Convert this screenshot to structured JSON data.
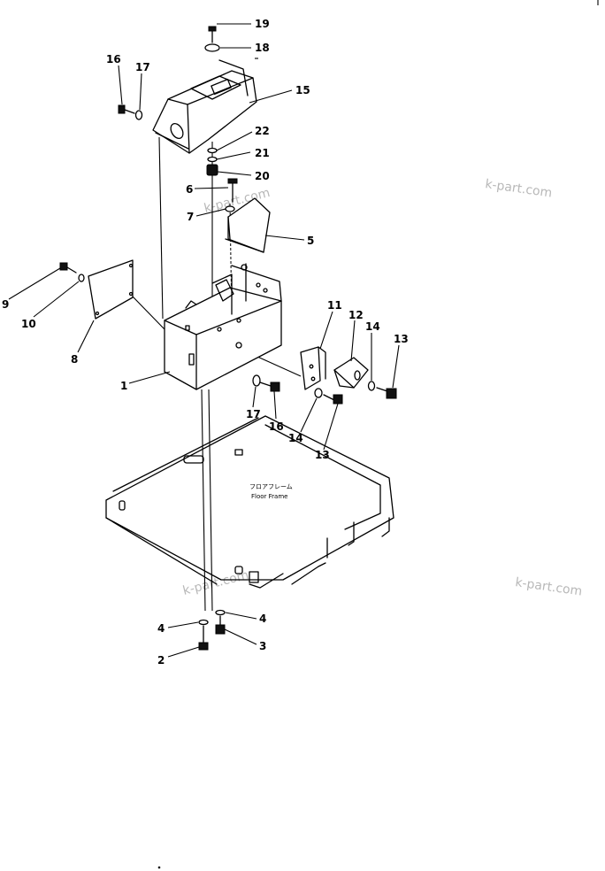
{
  "callouts": {
    "c1": "1",
    "c2": "2",
    "c3": "3",
    "c4a": "4",
    "c4b": "4",
    "c5": "5",
    "c6": "6",
    "c7": "7",
    "c8": "8",
    "c9": "9",
    "c10": "10",
    "c11": "11",
    "c12": "12",
    "c13a": "13",
    "c13b": "13",
    "c14a": "14",
    "c14b": "14",
    "c15": "15",
    "c16a": "16",
    "c16b": "16",
    "c17a": "17",
    "c17b": "17",
    "c18": "18",
    "c19": "19",
    "c20": "20",
    "c21": "21",
    "c22": "22"
  },
  "floor_frame": {
    "label_jp": "フロアフレーム",
    "label_en": "Floor Frame"
  },
  "watermarks": {
    "w1": "k-part.com",
    "w2": "k-part.com",
    "w3": "k-part.com",
    "w4": "k-part.com"
  },
  "colors": {
    "line": "#000000",
    "background": "#ffffff",
    "watermark": "#b8b8b8"
  }
}
